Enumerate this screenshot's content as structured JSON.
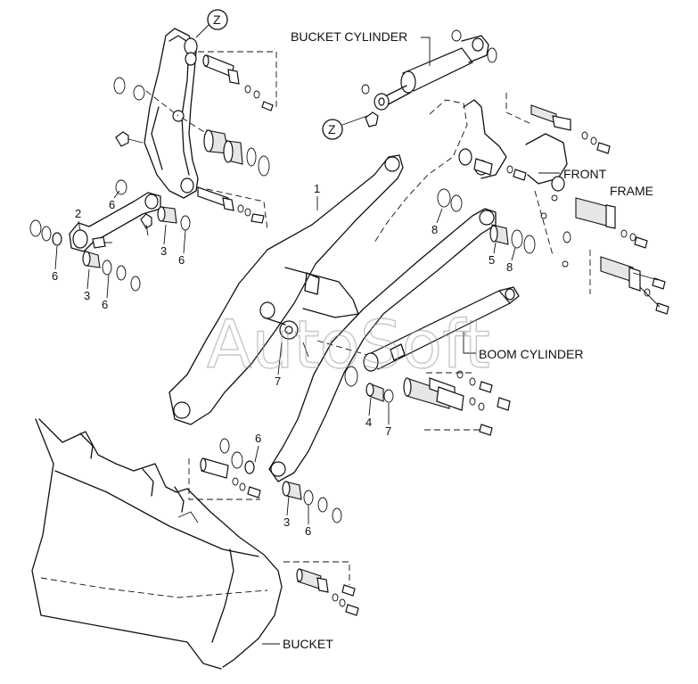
{
  "labels": {
    "bucket_cylinder": "BUCKET CYLINDER",
    "front_frame_line1": "FRONT",
    "front_frame_line2": "FRAME",
    "boom_cylinder": "BOOM CYLINDER",
    "bucket": "BUCKET",
    "detail_marker": "Z",
    "watermark": "AutoSoft"
  },
  "part_numbers": {
    "boom": "1",
    "link": "2",
    "bushing_link_a": "3",
    "bushing_link_b": "3",
    "bushing_bucket": "3",
    "seal_link_a": "6",
    "seal_link_b": "6",
    "seal_link_c": "6",
    "seal_link_d": "6",
    "seal_bucket_top": "6",
    "seal_bucket_bottom": "6",
    "bushing_boom_cyl": "4",
    "bushing_frame": "5",
    "seal_frame_a": "8",
    "seal_frame_b": "8",
    "seal_boom_a": "7",
    "seal_boom_b": "7"
  }
}
